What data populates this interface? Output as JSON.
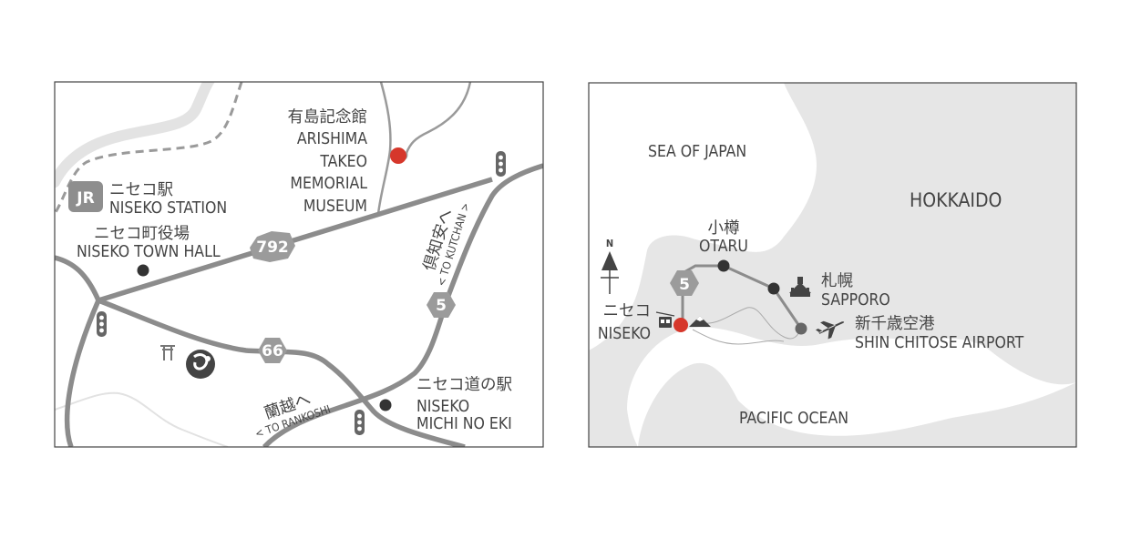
{
  "local_map": {
    "arishima_ja": "有島記念館",
    "arishima_en": [
      "ARISHIMA",
      "TAKEO",
      "MEMORIAL",
      "MUSEUM"
    ],
    "station_ja": "ニセコ駅",
    "station_en": "NISEKO STATION",
    "jr_logo": "JR",
    "townhall_ja": "ニセコ町役場",
    "townhall_en": "NISEKO TOWN HALL",
    "route_792": "792",
    "route_66": "66",
    "route_5": "5",
    "kutchan_ja": "倶知安へ",
    "kutchan_en": "< TO KUTCHAN >",
    "rankoshi_ja": "蘭越へ",
    "rankoshi_en": "< TO RANKOSHI",
    "michinoeki_ja": "ニセコ道の駅",
    "michinoeki_en": [
      "NISEKO",
      "MICHI NO EKI"
    ],
    "icons": [
      "jr-logo-icon",
      "traffic-light-icon",
      "shrine-gate-icon",
      "temple-swirl-icon",
      "museum-location-icon"
    ],
    "accent_color": "#d6372b"
  },
  "regional_map": {
    "sea_of_japan": "SEA OF JAPAN",
    "pacific_ocean": "PACIFIC OCEAN",
    "hokkaido": "HOKKAIDO",
    "north": "N",
    "otaru_ja": "小樽",
    "otaru_en": "OTARU",
    "sapporo_ja": "札幌",
    "sapporo_en": "SAPPORO",
    "niseko_ja": "ニセコ",
    "niseko_en": "NISEKO",
    "airport_ja": "新千歳空港",
    "airport_en": "SHIN CHITOSE AIRPORT",
    "route_5": "5",
    "icons": [
      "north-arrow-icon",
      "clock-tower-icon",
      "airplane-icon",
      "ropeway-icon",
      "mountain-icon"
    ],
    "land_color": "#e6e6e6",
    "accent_color": "#d6372b"
  }
}
